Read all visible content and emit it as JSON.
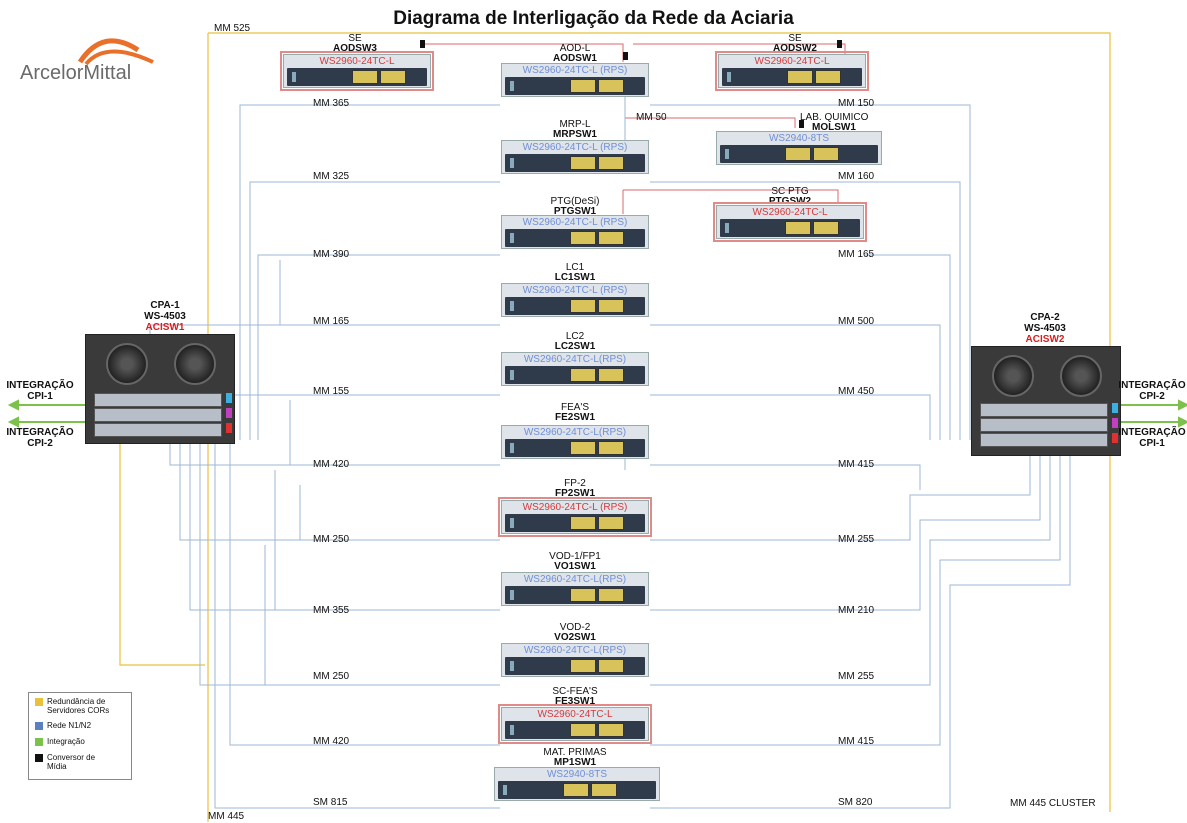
{
  "title": "Diagrama de Interligação da Rede da Aciaria",
  "logo": "ArcelorMittal",
  "colors": {
    "yellow_link": "#e8c23c",
    "blue_link": "#9db7d4",
    "green_link": "#7cc24a",
    "red_link": "#d96a6a",
    "accent_red": "#d62020"
  },
  "core_left": {
    "location": "CPA-1",
    "model": "WS-4503",
    "name": "ACISW1",
    "int1": "INTEGRAÇÃO",
    "int1b": "CPI-1",
    "int2": "INTEGRAÇÃO",
    "int2b": "CPI-2"
  },
  "core_right": {
    "location": "CPA-2",
    "model": "WS-4503",
    "name": "ACISW2",
    "int1": "INTEGRAÇÃO",
    "int1b": "CPI-2",
    "int2": "INTEGRAÇÃO",
    "int2b": "CPI-1"
  },
  "switches": {
    "aodsw3": {
      "location": "SE",
      "name": "AODSW3",
      "model": "WS2960-24TC-L"
    },
    "aodsw1": {
      "location": "AOD-L",
      "name": "AODSW1",
      "model": "WS2960-24TC-L (RPS)"
    },
    "aodsw2": {
      "location": "SE",
      "name": "AODSW2",
      "model": "WS2960-24TC-L"
    },
    "mrpsw1": {
      "location": "MRP-L",
      "name": "MRPSW1",
      "model": "WS2960-24TC-L (RPS)"
    },
    "molsw1": {
      "location": "LAB. QUIMICO",
      "name": "MOLSW1",
      "model": "WS2940-8TS"
    },
    "ptgsw1": {
      "location": "PTG(DeSi)",
      "name": "PTGSW1",
      "model": "WS2960-24TC-L (RPS)"
    },
    "ptgsw2": {
      "location": "SC PTG",
      "name": "PTGSW2",
      "model": "WS2960-24TC-L"
    },
    "lc1sw1": {
      "location": "LC1",
      "name": "LC1SW1",
      "model": "WS2960-24TC-L (RPS)"
    },
    "lc2sw1": {
      "location": "LC2",
      "name": "LC2SW1",
      "model": "WS2960-24TC-L(RPS)"
    },
    "fe2sw1": {
      "location": "FEA'S",
      "name": "FE2SW1",
      "model": "WS2960-24TC-L(RPS)"
    },
    "fp2sw1": {
      "location": "FP-2",
      "name": "FP2SW1",
      "model": "WS2960-24TC-L (RPS)"
    },
    "vo1sw1": {
      "location": "VOD-1/FP1",
      "name": "VO1SW1",
      "model": "WS2960-24TC-L(RPS)"
    },
    "vo2sw1": {
      "location": "VOD-2",
      "name": "VO2SW1",
      "model": "WS2960-24TC-L(RPS)"
    },
    "fe3sw1": {
      "location": "SC-FEA'S",
      "name": "FE3SW1",
      "model": "WS2960-24TC-L"
    },
    "mp1sw1": {
      "location": "MAT. PRIMAS",
      "name": "MP1SW1",
      "model": "WS2940-8TS"
    }
  },
  "links": {
    "mm525": "MM 525",
    "mm365": "MM 365",
    "mm150": "MM 150",
    "mm50": "MM 50",
    "mm325": "MM 325",
    "mm160": "MM 160",
    "mm390": "MM 390",
    "mm165r": "MM 165",
    "mm165l": "MM 165",
    "mm500": "MM 500",
    "mm155": "MM 155",
    "mm450": "MM 450",
    "mm420a": "MM 420",
    "mm415a": "MM 415",
    "mm250a": "MM 250",
    "mm255a": "MM 255",
    "mm355": "MM 355",
    "mm210": "MM 210",
    "mm250b": "MM 250",
    "mm255b": "MM 255",
    "mm420b": "MM 420",
    "mm415b": "MM 415",
    "sm815": "SM 815",
    "sm820": "SM 820",
    "mm445cluster": "MM 445 CLUSTER",
    "mm445": "MM 445"
  },
  "legend": {
    "items": [
      {
        "label": "Redundância de Servidores CORs",
        "color": "#e8c23c"
      },
      {
        "label": "Rede N1/N2",
        "color": "#5b7fc0"
      },
      {
        "label": "Integração",
        "color": "#7cc24a"
      },
      {
        "label": "Conversor de Mídia",
        "color": "#111111"
      }
    ]
  }
}
